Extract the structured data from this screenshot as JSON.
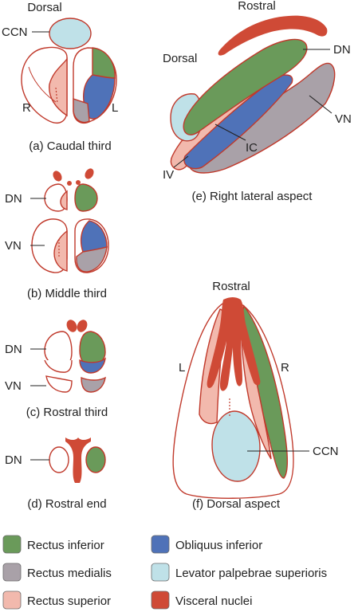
{
  "colors": {
    "rectus_inferior": "#6a9a5a",
    "obliquus_inferior": "#4f72b8",
    "rectus_medialis": "#a9a1a8",
    "levator": "#bfe1e8",
    "rectus_superior": "#f2b9ad",
    "visceral": "#cf4a36",
    "outline": "#c0392b"
  },
  "panel_a": {
    "top": "Dorsal",
    "ccn": "CCN",
    "r": "R",
    "l": "L",
    "caption": "(a) Caudal third"
  },
  "panel_b": {
    "dn": "DN",
    "vn": "VN",
    "caption": "(b) Middle third"
  },
  "panel_c": {
    "dn": "DN",
    "vn": "VN",
    "caption": "(c) Rostral third"
  },
  "panel_d": {
    "dn": "DN",
    "caption": "(d) Rostral end"
  },
  "panel_e": {
    "rostral": "Rostral",
    "dorsal": "Dorsal",
    "dn": "DN",
    "vn": "VN",
    "ic": "IC",
    "iv": "IV",
    "caption": "(e) Right lateral aspect"
  },
  "panel_f": {
    "rostral": "Rostral",
    "l": "L",
    "r": "R",
    "ccn": "CCN",
    "caption": "(f) Dorsal aspect"
  },
  "legend": [
    {
      "label": "Rectus inferior",
      "color": "#6a9a5a"
    },
    {
      "label": "Obliquus inferior",
      "color": "#4f72b8"
    },
    {
      "label": "Rectus medialis",
      "color": "#a9a1a8"
    },
    {
      "label": "Levator palpebrae superioris",
      "color": "#bfe1e8"
    },
    {
      "label": "Rectus superior",
      "color": "#f2b9ad"
    },
    {
      "label": "Visceral nuclei",
      "color": "#cf4a36"
    }
  ]
}
